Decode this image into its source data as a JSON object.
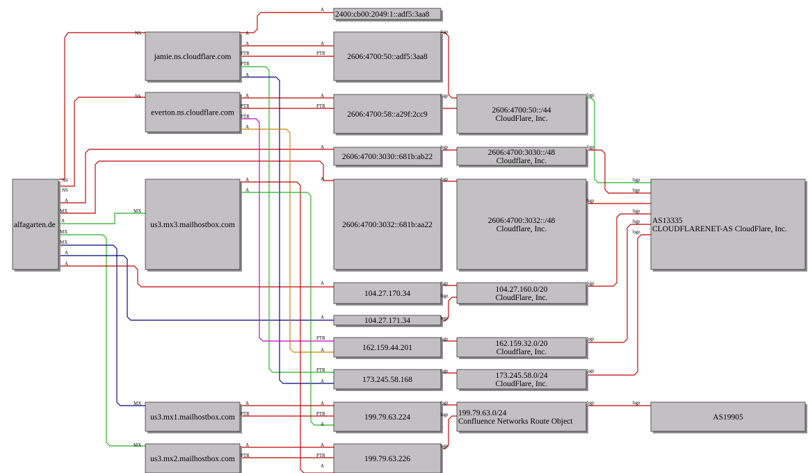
{
  "colors": {
    "node_fill": "#c2c0c2",
    "red": "#c00000",
    "green": "#20b020",
    "navy": "#000080",
    "magenta": "#c000c0",
    "orange": "#d08000"
  },
  "nodes": [
    {
      "id": "root",
      "lines": [
        "alfagarten.de"
      ]
    },
    {
      "id": "jamie",
      "lines": [
        "jamie.ns.cloudflare.com"
      ]
    },
    {
      "id": "everton",
      "lines": [
        "everton.ns.cloudflare.com"
      ]
    },
    {
      "id": "mx3",
      "lines": [
        "us3.mx3.mailhostbox.com"
      ]
    },
    {
      "id": "mx1",
      "lines": [
        "us3.mx1.mailhostbox.com"
      ]
    },
    {
      "id": "mx2",
      "lines": [
        "us3.mx2.mailhostbox.com"
      ]
    },
    {
      "id": "ip1",
      "lines": [
        "2400:cb00:2049:1::adf5:3aa8"
      ]
    },
    {
      "id": "ip2",
      "lines": [
        "2606:4700:50::adf5:3aa8"
      ]
    },
    {
      "id": "ip3",
      "lines": [
        "2606:4700:58::a29f:2cc9"
      ]
    },
    {
      "id": "ip4",
      "lines": [
        "2606:4700:3030::681b:ab22"
      ]
    },
    {
      "id": "ip5",
      "lines": [
        "2606:4700:3032::681b:aa22"
      ]
    },
    {
      "id": "ip6",
      "lines": [
        "104.27.170.34"
      ]
    },
    {
      "id": "ip7",
      "lines": [
        "104.27.171.34"
      ]
    },
    {
      "id": "ip8",
      "lines": [
        "162.159.44.201"
      ]
    },
    {
      "id": "ip9",
      "lines": [
        "173.245.58.168"
      ]
    },
    {
      "id": "ip10",
      "lines": [
        "199.79.63.224"
      ]
    },
    {
      "id": "ip11",
      "lines": [
        "199.79.63.226"
      ]
    },
    {
      "id": "pf1",
      "lines": [
        "2606:4700:50::/44",
        "CloudFlare, Inc."
      ]
    },
    {
      "id": "pf2",
      "lines": [
        "2606:4700:3030::/48",
        "Cloudflare, Inc."
      ]
    },
    {
      "id": "pf3",
      "lines": [
        "2606:4700:3032::/48",
        "Cloudflare, Inc."
      ]
    },
    {
      "id": "pf4",
      "lines": [
        "104.27.160.0/20",
        "CloudFlare, Inc."
      ]
    },
    {
      "id": "pf5",
      "lines": [
        "162.159.32.0/20",
        "Cloudflare, Inc."
      ]
    },
    {
      "id": "pf6",
      "lines": [
        "173.245.58.0/24",
        "CloudFlare, Inc."
      ]
    },
    {
      "id": "pf7",
      "lines": [
        "199.79.63.0/24",
        "Confluence Networks Route Object"
      ]
    },
    {
      "id": "as1",
      "lines": [
        "AS13335",
        "CLOUDFLARENET-AS CloudFlare, Inc."
      ]
    },
    {
      "id": "as2",
      "lines": [
        "AS19905"
      ]
    }
  ],
  "edge_labels": {
    "ns": "NS",
    "mx": "MX",
    "a": "A",
    "ptr": "PTR",
    "bgp": "bgp"
  },
  "edges": [
    {
      "from": "root",
      "to": "jamie",
      "label": "NS",
      "color": "red"
    },
    {
      "from": "root",
      "to": "everton",
      "label": "NS",
      "color": "red"
    },
    {
      "from": "root",
      "to": "mx3",
      "label": "MX",
      "color": "green"
    },
    {
      "from": "root",
      "to": "mx1",
      "label": "MX",
      "color": "navy"
    },
    {
      "from": "root",
      "to": "mx2",
      "label": "MX",
      "color": "green"
    },
    {
      "from": "root",
      "to": "ip4",
      "label": "A",
      "color": "red"
    },
    {
      "from": "root",
      "to": "ip5",
      "label": "A",
      "color": "red"
    },
    {
      "from": "root",
      "to": "ip6",
      "label": "A",
      "color": "red"
    },
    {
      "from": "root",
      "to": "ip7",
      "label": "A",
      "color": "navy"
    },
    {
      "from": "jamie",
      "to": "ip1",
      "label": "A",
      "color": "red"
    },
    {
      "from": "jamie",
      "to": "ip2",
      "label": "A",
      "color": "red"
    },
    {
      "from": "ip2",
      "to": "jamie",
      "label": "PTR",
      "color": "red"
    },
    {
      "from": "everton",
      "to": "ip3",
      "label": "A",
      "color": "red"
    },
    {
      "from": "ip3",
      "to": "everton",
      "label": "PTR",
      "color": "red"
    },
    {
      "from": "jamie",
      "to": "ip9",
      "label": "A",
      "color": "green"
    },
    {
      "from": "ip9",
      "to": "jamie",
      "label": "PTR",
      "color": "green"
    },
    {
      "from": "everton",
      "to": "ip8",
      "label": "A",
      "color": "magenta"
    },
    {
      "from": "ip8",
      "to": "everton",
      "label": "PTR",
      "color": "magenta"
    },
    {
      "from": "everton",
      "to": "ip8",
      "label": "A",
      "color": "orange"
    },
    {
      "from": "mx3",
      "to": "ip10",
      "label": "A",
      "color": "red"
    },
    {
      "from": "mx3",
      "to": "ip10",
      "label": "A",
      "color": "green"
    },
    {
      "from": "mx1",
      "to": "ip10",
      "label": "A",
      "color": "red"
    },
    {
      "from": "ip10",
      "to": "mx1",
      "label": "PTR",
      "color": "red"
    },
    {
      "from": "mx2",
      "to": "ip11",
      "label": "A",
      "color": "red"
    },
    {
      "from": "ip11",
      "to": "mx2",
      "label": "PTR",
      "color": "red"
    },
    {
      "from": "ip2",
      "to": "pf1",
      "label": "bgp",
      "color": "red"
    },
    {
      "from": "ip3",
      "to": "pf1",
      "label": "bgp",
      "color": "red"
    },
    {
      "from": "ip4",
      "to": "pf2",
      "label": "bgp",
      "color": "red"
    },
    {
      "from": "ip5",
      "to": "pf3",
      "label": "bgp",
      "color": "red"
    },
    {
      "from": "ip6",
      "to": "pf4",
      "label": "bgp",
      "color": "red"
    },
    {
      "from": "ip7",
      "to": "pf4",
      "label": "bgp",
      "color": "red"
    },
    {
      "from": "ip8",
      "to": "pf5",
      "label": "bgp",
      "color": "red"
    },
    {
      "from": "ip9",
      "to": "pf6",
      "label": "bgp",
      "color": "red"
    },
    {
      "from": "ip10",
      "to": "pf7",
      "label": "bgp",
      "color": "red"
    },
    {
      "from": "ip11",
      "to": "pf7",
      "label": "bgp",
      "color": "red"
    },
    {
      "from": "pf1",
      "to": "as1",
      "label": "bgp",
      "color": "green"
    },
    {
      "from": "pf2",
      "to": "as1",
      "label": "bgp",
      "color": "red"
    },
    {
      "from": "pf3",
      "to": "as1",
      "label": "bgp",
      "color": "red"
    },
    {
      "from": "pf4",
      "to": "as1",
      "label": "bgp",
      "color": "red"
    },
    {
      "from": "pf5",
      "to": "as1",
      "label": "bgp",
      "color": "red"
    },
    {
      "from": "pf6",
      "to": "as1",
      "label": "bgp",
      "color": "red"
    },
    {
      "from": "pf7",
      "to": "as2",
      "label": "bgp",
      "color": "red"
    }
  ]
}
